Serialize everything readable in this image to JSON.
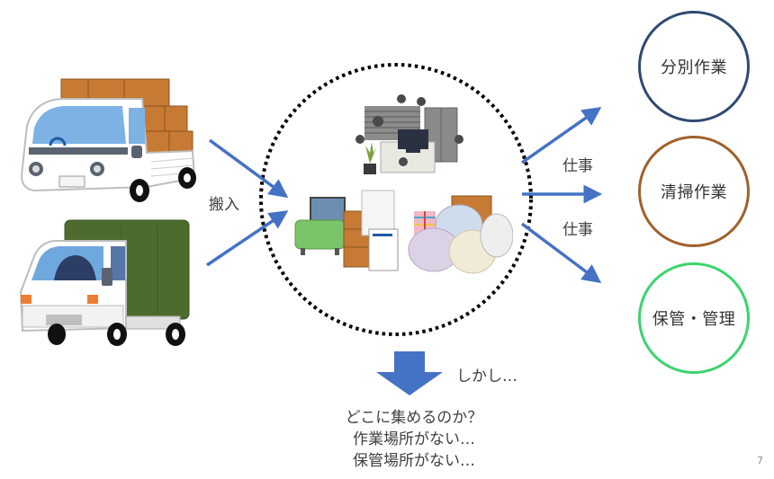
{
  "slide": {
    "page_number": "7",
    "colors": {
      "arrow": "#4472C4",
      "dotted_circle": "#000000",
      "circle_sort": "#2F4A72",
      "circle_clean": "#A0612A",
      "circle_store": "#3CD46E"
    }
  },
  "left": {
    "trucks": [
      {
        "name": "light-pickup-truck-with-boxes"
      },
      {
        "name": "canvas-covered-truck"
      }
    ],
    "inbound_label": "搬入"
  },
  "center": {
    "illustration": "piled-furniture-and-garbage-bags"
  },
  "right": {
    "work_labels": [
      "仕事",
      "仕事"
    ],
    "tasks": [
      {
        "label": "分別作業",
        "color": "#2F4A72"
      },
      {
        "label": "清掃作業",
        "color": "#A0612A"
      },
      {
        "label": "保管・管理",
        "color": "#3CD46E"
      }
    ]
  },
  "bottom": {
    "however": "しかし…",
    "lines": [
      "どこに集めるのか？",
      "作業場所がない…",
      "保管場所がない…"
    ]
  }
}
